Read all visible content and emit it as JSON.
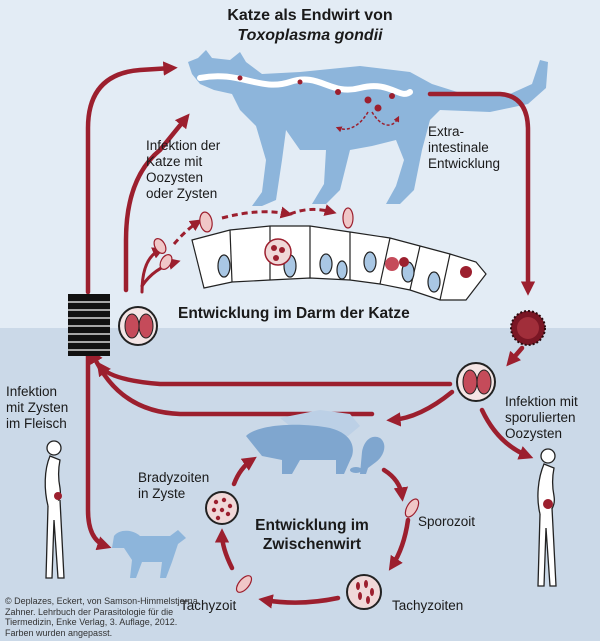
{
  "title": {
    "line1": "Katze als Endwirt von",
    "line2": "Toxoplasma gondii"
  },
  "labels": {
    "infektion_katze": [
      "Infektion der",
      "Katze mit",
      "Oozysten",
      "oder Zysten"
    ],
    "extraintestinal": [
      "Extra-",
      "intestinale",
      "Entwicklung"
    ],
    "darm": "Entwicklung im Darm der Katze",
    "infektion_zysten": [
      "Infektion",
      "mit Zysten",
      "im Fleisch"
    ],
    "infektion_oozysten": [
      "Infektion mit",
      "sporulierten",
      "Oozysten"
    ],
    "bradyzoiten": [
      "Bradyzoiten",
      "in Zyste"
    ],
    "zwischenwirt": [
      "Entwicklung im",
      "Zwischenwirt"
    ],
    "sporozoit": "Sporozoit",
    "tachyzoit": "Tachyzoit",
    "tachyzoiten": "Tachyzoiten"
  },
  "credit": [
    "© Deplazes, Eckert, von Samson-Himmelstjerna,",
    "Zahner. Lehrbuch der Parasitologie für die",
    "Tiermedizin, Enke Verlag, 3. Auflage, 2012.",
    "Farben wurden angepasst."
  ],
  "colors": {
    "arrow": "#9c1f2e",
    "top_bg": "#e3ecf5",
    "bottom_bg": "#cbd9e8",
    "cat": "#8db5db",
    "hosts": "#a9c3de",
    "cell_nucleus": "#a9c7e4"
  }
}
